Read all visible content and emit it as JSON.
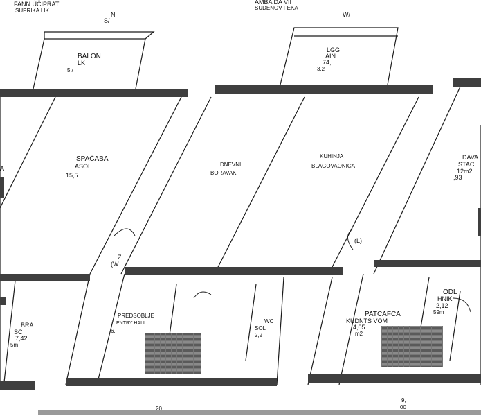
{
  "plan": {
    "colors": {
      "wall": "#3f3f3f",
      "line": "#1a1a1a",
      "paper": "#ffffff",
      "floor_grid": "#b8b8b8",
      "tile": "#6b6b6b"
    },
    "top_labels": {
      "left_line1": "FANN ÚČIPRAT",
      "left_line2": "SUPRIKA  LIK",
      "left_code": "N",
      "left_code2": "S/",
      "center_line1": "AMBA DA VII",
      "center_line2": "SUDENOV FEKA",
      "center_code": "W/"
    },
    "rooms": {
      "balcony": {
        "name": "BALON",
        "sub": "LK",
        "area": "5,/"
      },
      "loggia": {
        "name": "LGG",
        "sub": "AIN",
        "area": "74,",
        "val": "3,2"
      },
      "bedroom1": {
        "name": "SPAČABA",
        "sub": "ASOI",
        "area": "15,5"
      },
      "left_edge": {
        "name": "A"
      },
      "living": {
        "name": "DNEVNI",
        "sub": "BORAVAK"
      },
      "kitchen": {
        "name": "KUHINJA"
      },
      "dining": {
        "name": "BLAGOVAONICA"
      },
      "bedroom2": {
        "name": "DAVA",
        "sub": "STAC",
        "area": "12m2",
        "val": ",93"
      },
      "corridor_mid": {
        "name": "Z",
        "sub": "(W.",
        "area": "(L)"
      },
      "small_room": {
        "name": "BRA",
        "sub": "SC",
        "area": "7,42",
        "val": "5m"
      },
      "hall": {
        "name": "PREDSOBLJE",
        "sub": "ENTRY HALL",
        "area": "6,"
      },
      "wc": {
        "name": "WC",
        "sub": "SOL",
        "area": "2,2"
      },
      "bath": {
        "name": "PATCAFCA",
        "sub": "KUDNTS VOM",
        "area": "4,05",
        "val": "m2"
      },
      "storage": {
        "name": "ODL",
        "sub": "HNIK",
        "area": "2,12",
        "val": "59m"
      }
    },
    "bottom_labels": {
      "left": "20",
      "right": "9,",
      "right2": "00"
    }
  }
}
